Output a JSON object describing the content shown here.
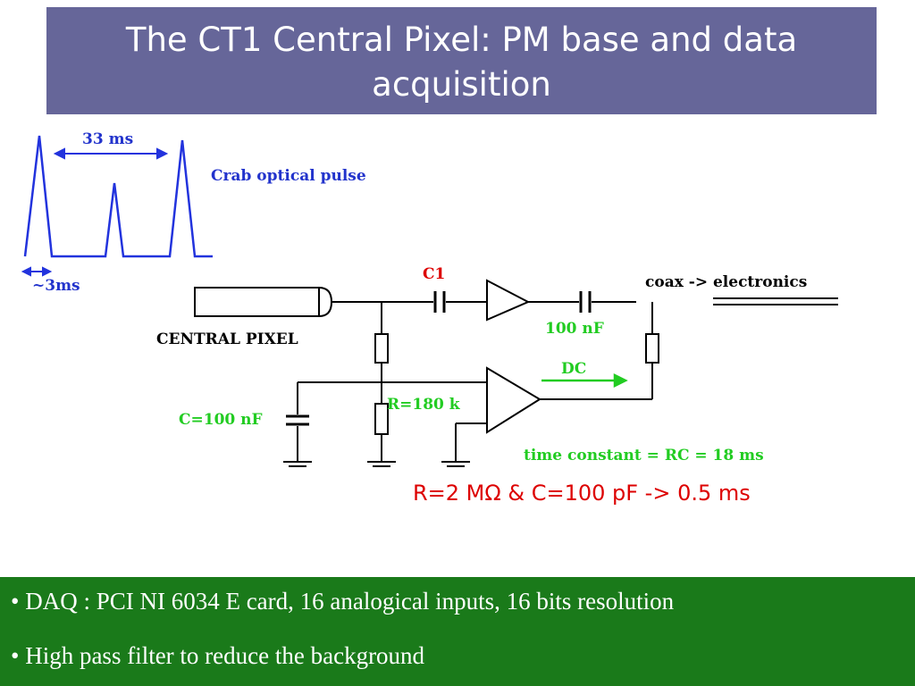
{
  "title": {
    "line1": "The CT1 Central Pixel: PM base and data",
    "line2": "acquisition"
  },
  "diagram": {
    "pulse_period_label": "33 ms",
    "pulse_title": "Crab optical pulse",
    "pulse_width_label": "~3ms",
    "c1_label": "C1",
    "coax_label": "coax -> electronics",
    "central_pixel_label": "CENTRAL PIXEL",
    "cap_100nf_label": "100 nF",
    "dc_label": "DC",
    "c100nf_label": "C=100 nF",
    "r180k_label": "R=180 k",
    "time_constant_label": "time constant = RC = 18 ms"
  },
  "formula": "R=2 MΩ & C=100 pF -> 0.5 ms",
  "bullets": [
    "• DAQ :  PCI NI 6034 E card, 16 analogical inputs, 16 bits  resolution",
    "• High pass filter to reduce the background"
  ],
  "colors": {
    "title_bg": "#666699",
    "bottom_bg": "#1a7a1a",
    "wire": "#000000",
    "pulse": "#2233dd",
    "annot_green": "#22cc22",
    "annot_red": "#dd0000",
    "annot_blue": "#2233cc"
  }
}
